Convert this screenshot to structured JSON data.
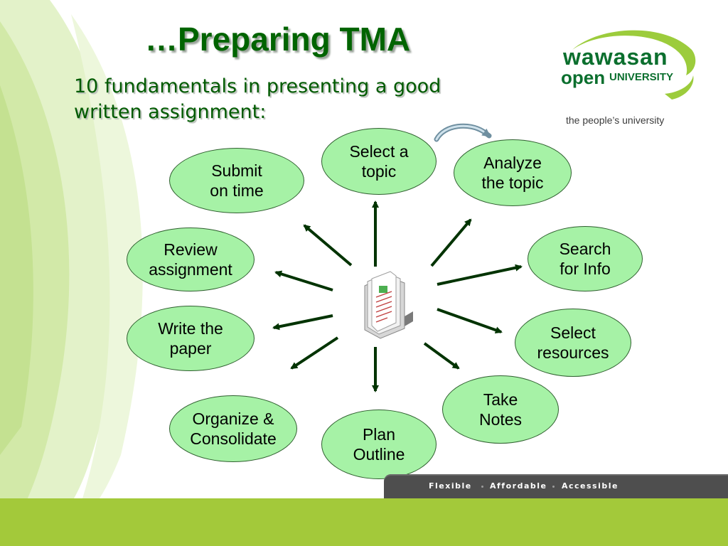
{
  "slide": {
    "title": "…Preparing TMA",
    "subtitle": "10 fundamentals in presenting a good written assignment:"
  },
  "logo": {
    "line1": "wawasan",
    "line2": "open",
    "line3": "UNIVERSITY",
    "tagline": "the people’s university"
  },
  "diagram": {
    "nodes": [
      {
        "label": "Select a\ntopic"
      },
      {
        "label": "Analyze\nthe topic"
      },
      {
        "label": "Search\nfor Info"
      },
      {
        "label": "Select\nresources"
      },
      {
        "label": "Take\nNotes"
      },
      {
        "label": "Plan\nOutline"
      },
      {
        "label": "Organize &\nConsolidate"
      },
      {
        "label": "Write the\npaper"
      },
      {
        "label": "Review\nassignment"
      },
      {
        "label": "Submit\non time"
      }
    ]
  },
  "footer": {
    "items": [
      "Flexible",
      "Affordable",
      "Accessible"
    ]
  },
  "colors": {
    "title": "#006400",
    "node_fill": "#a6f2a6",
    "arrow": "#003300",
    "footer_bar": "#4e4e4e",
    "bottom_band": "#a3c93a",
    "logo_green": "#0b6f2e"
  }
}
